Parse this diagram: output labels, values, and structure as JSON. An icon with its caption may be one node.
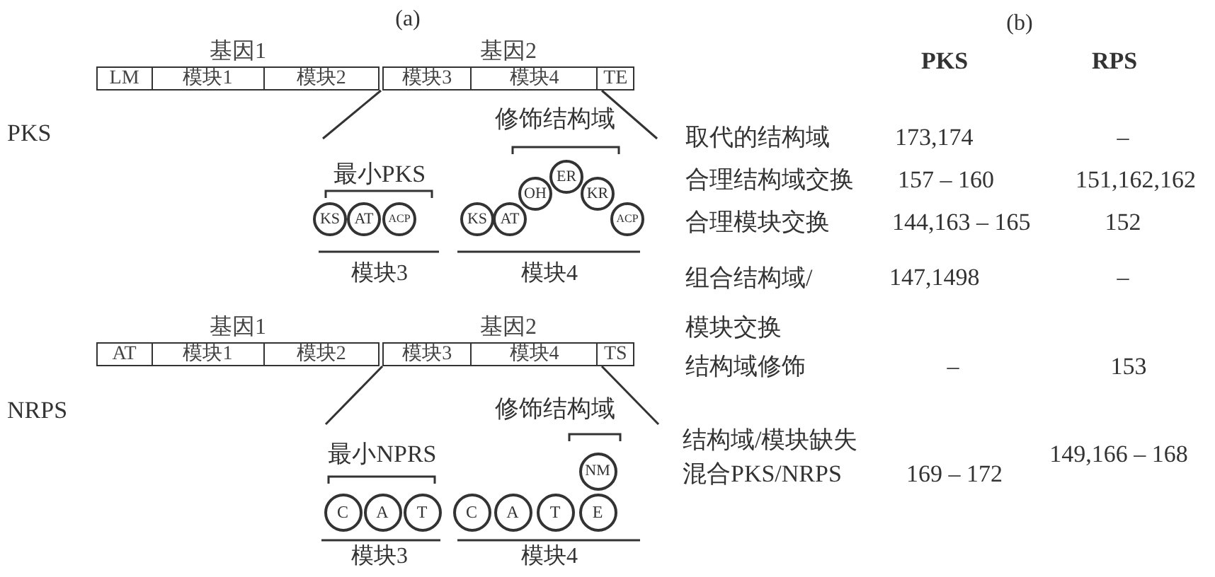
{
  "diagram": {
    "nodes": [
      {
        "text": [
          "基因1"
        ]
      },
      {
        "text": [
          "LM"
        ],
        "in": 0
      },
      {
        "text": [
          "模块1"
        ],
        "in": 0
      },
      {
        "text": [
          "模块2"
        ],
        "in": 0
      },
      {
        "text": [
          "基因2"
        ]
      },
      {
        "text": [
          "模块3"
        ],
        "in": 4
      },
      {
        "text": [
          "模块4"
        ],
        "in": 4
      },
      {
        "text": [
          "TE"
        ],
        "in": 4
      },
      {
        "text": [
          "KS"
        ]
      },
      {
        "text": [
          "AT"
        ]
      },
      {
        "text": [
          "ACP"
        ]
      },
      {
        "text": [
          "KS"
        ]
      },
      {
        "text": [
          "AT"
        ]
      },
      {
        "text": [
          "OH"
        ]
      },
      {
        "text": [
          "ER"
        ]
      },
      {
        "text": [
          "KR"
        ]
      },
      {
        "text": [
          "ACP"
        ]
      },
      {
        "text": [
          "基因1"
        ]
      },
      {
        "text": [
          "AT"
        ],
        "in": 17
      },
      {
        "text": [
          "模块1"
        ],
        "in": 17
      },
      {
        "text": [
          "模块2"
        ],
        "in": 17
      },
      {
        "text": [
          "基因2"
        ]
      },
      {
        "text": [
          "模块3"
        ],
        "in": 21
      },
      {
        "text": [
          "模块4"
        ],
        "in": 21
      },
      {
        "text": [
          "TS"
        ],
        "in": 21
      },
      {
        "text": [
          "C"
        ]
      },
      {
        "text": [
          "A"
        ]
      },
      {
        "text": [
          "T"
        ]
      },
      {
        "text": [
          "C"
        ]
      },
      {
        "text": [
          "A"
        ]
      },
      {
        "text": [
          "T"
        ]
      },
      {
        "text": [
          "NM"
        ]
      },
      {
        "text": [
          "E"
        ]
      }
    ],
    "labels": [
      "(a)",
      "PKS",
      "修饰结构域",
      "最小PKS",
      "模块3",
      "模块4",
      "NRPS",
      "修饰结构域",
      "最小NPRS",
      "模块3",
      "模块4",
      "(b)",
      "PKS",
      "RPS",
      "取代的结构域",
      "173,174",
      "–",
      "合理结构域交换",
      "157 – 160",
      "151,162,162",
      "合理模块交换",
      "144,163 – 165",
      "152",
      "组合结构域/模块交换",
      "147,1498",
      "–",
      "结构域修饰",
      "–",
      "153",
      "结构域/模块缺失",
      "混合PKS/NRPS",
      "169 – 172",
      "149,166 – 168"
    ]
  }
}
